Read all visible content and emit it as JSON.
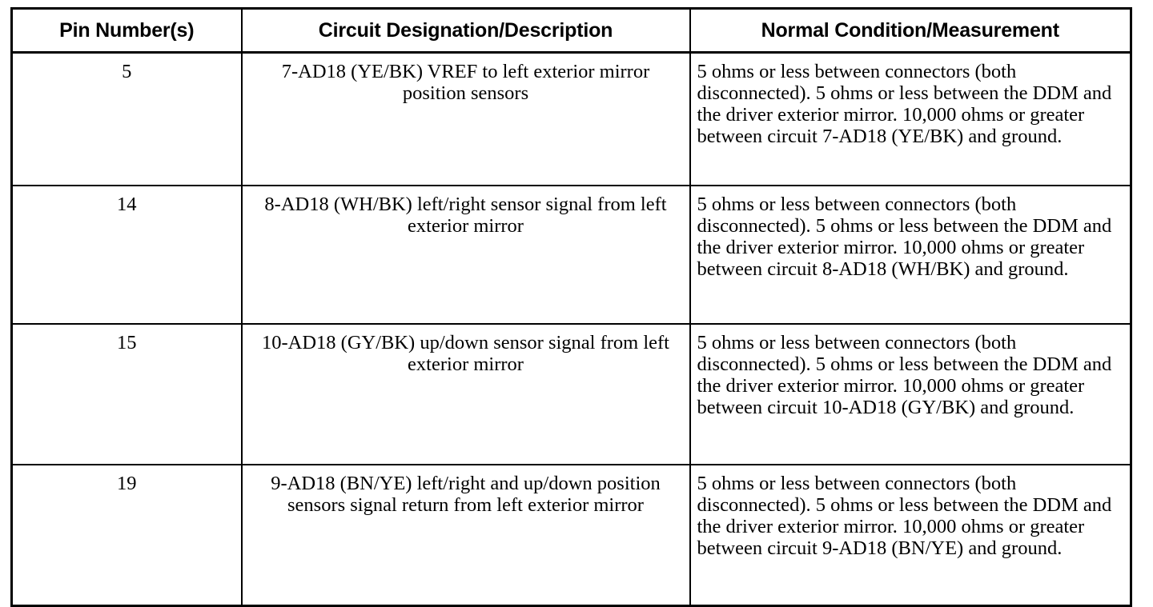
{
  "document": {
    "type": "specification-table",
    "background_color": "#ffffff",
    "text_color": "#000000",
    "border_color": "#000000"
  },
  "table": {
    "columns": [
      {
        "key": "pin",
        "header": "Pin Number(s)",
        "align": "center"
      },
      {
        "key": "description",
        "header": "Circuit Designation/Description",
        "align": "center"
      },
      {
        "key": "measurement",
        "header": "Normal Condition/Measurement",
        "align": "left"
      }
    ],
    "headers": [
      "Pin Number(s)",
      "Circuit Designation/Description",
      "Normal Condition/Measurement"
    ],
    "rows": [
      {
        "pin": "5",
        "description": "7-AD18 (YE/BK) VREF to left exterior mirror position sensors",
        "measurement": "5 ohms or less between connectors (both disconnected). 5 ohms or less between the DDM and the driver exterior mirror. 10,000 ohms or greater between circuit 7-AD18 (YE/BK) and ground."
      },
      {
        "pin": "14",
        "description": "8-AD18 (WH/BK) left/right sensor signal from left exterior mirror",
        "measurement": "5 ohms or less between connectors (both disconnected). 5 ohms or less between the DDM and the driver exterior mirror. 10,000 ohms or greater between circuit 8-AD18 (WH/BK) and ground."
      },
      {
        "pin": "15",
        "description": "10-AD18 (GY/BK) up/down sensor signal from left exterior mirror",
        "measurement": "5 ohms or less between connectors (both disconnected). 5 ohms or less between the DDM and the driver exterior mirror. 10,000 ohms or greater between circuit 10-AD18 (GY/BK) and ground."
      },
      {
        "pin": "19",
        "description": "9-AD18 (BN/YE) left/right and up/down position sensors signal return from left exterior mirror",
        "measurement": "5 ohms or less between connectors (both disconnected). 5 ohms or less between the DDM and the driver exterior mirror. 10,000 ohms or greater between circuit 9-AD18 (BN/YE) and ground."
      }
    ]
  }
}
